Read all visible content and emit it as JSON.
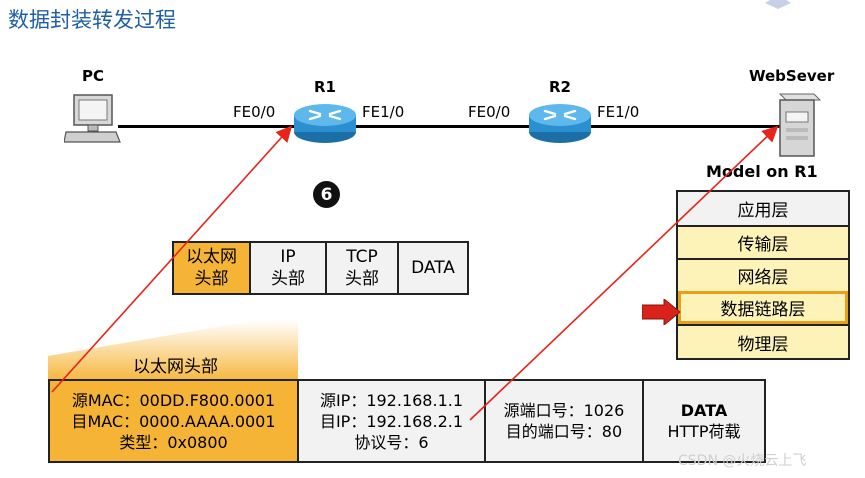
{
  "title": "数据封装转发过程",
  "devices": {
    "pc": "PC",
    "r1": "R1",
    "r2": "R2",
    "server": "WebSever"
  },
  "interfaces": {
    "r1_left": "FE0/0",
    "r1_right": "FE1/0",
    "r2_left": "FE0/0",
    "r2_right": "FE1/0"
  },
  "step_number": "6",
  "frame_header": {
    "eth": "以太网\n头部",
    "ip": "IP\n头部",
    "tcp": "TCP\n头部",
    "data": "DATA"
  },
  "model": {
    "title": "Model on R1",
    "layers": [
      "应用层",
      "传输层",
      "网络层",
      "数据链路层",
      "物理层"
    ],
    "selected_index": 3
  },
  "detail_label": "以太网头部",
  "detail": {
    "eth": [
      "源MAC：00DD.F800.0001",
      "目MAC：0000.AAAA.0001",
      "类型：0x0800"
    ],
    "ip": [
      "源IP：192.168.1.1",
      "目IP：192.168.2.1",
      "协议号：6"
    ],
    "tcp": [
      "源端口号：1026",
      "目的端口号：80"
    ],
    "data_title": "DATA",
    "data_sub": "HTTP荷载"
  },
  "watermark": "CSDN @火烧云上飞",
  "colors": {
    "title": "#1f5fa8",
    "orange": "#f6b436",
    "layer_fill": "#fdf3b8",
    "arrow_red": "#e8231a",
    "router_blue": "#2b8fd0"
  }
}
